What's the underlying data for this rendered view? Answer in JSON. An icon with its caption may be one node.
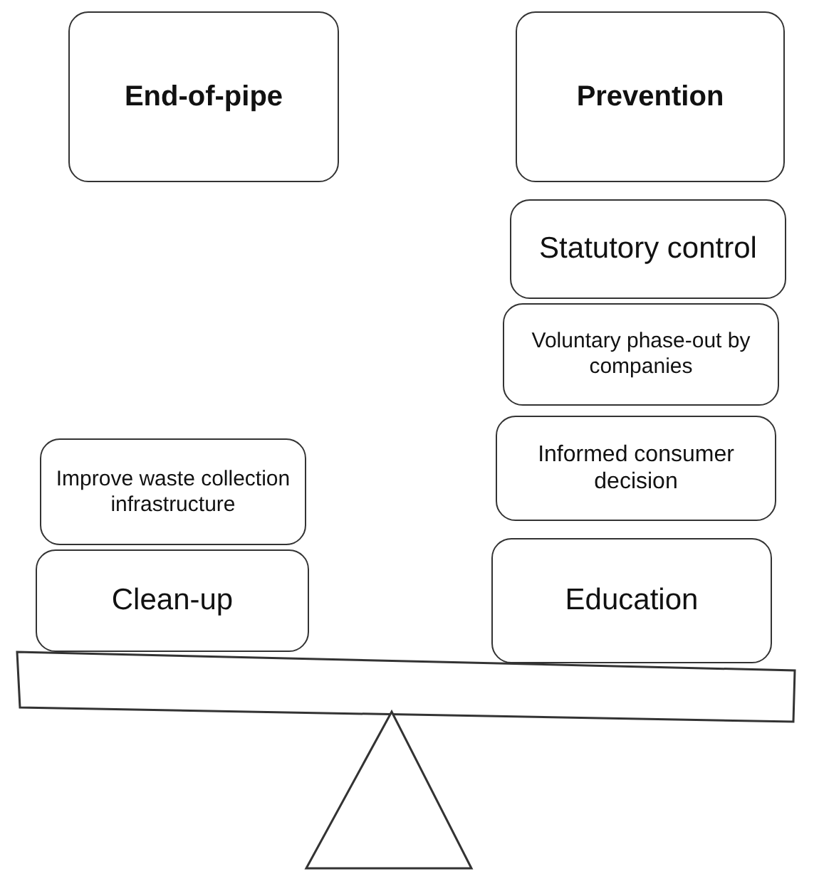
{
  "diagram": {
    "nodes": [
      {
        "text": [
          "End-of-pipe"
        ]
      },
      {
        "text": [
          "Prevention"
        ]
      },
      {
        "text": [
          "Improve waste collection infrastructure"
        ]
      },
      {
        "text": [
          "Clean-up"
        ]
      },
      {
        "text": [
          "Statutory control"
        ]
      },
      {
        "text": [
          "Voluntary phase-out by companies"
        ]
      },
      {
        "text": [
          "Informed consumer decision"
        ]
      },
      {
        "text": [
          "Education"
        ]
      }
    ],
    "edges": []
  }
}
